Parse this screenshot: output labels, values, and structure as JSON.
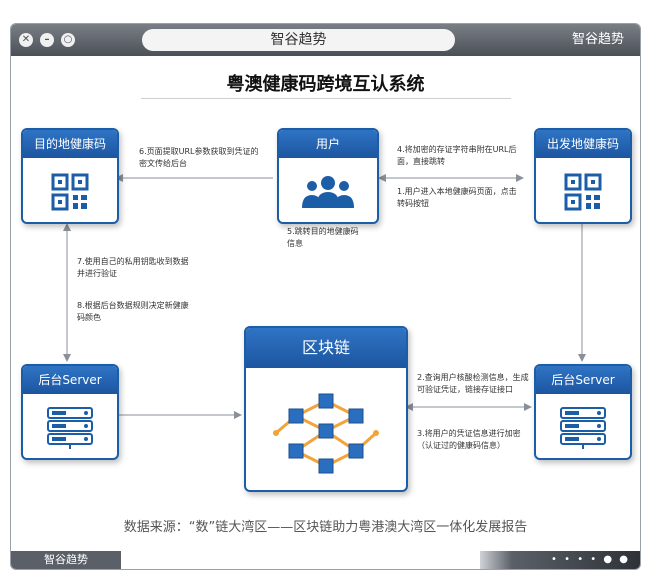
{
  "window": {
    "brand_title": "智谷趋势",
    "brand_corner": "智谷趋势",
    "footer_brand": "智谷趋势",
    "footer_dots": "• • • • ● ●"
  },
  "diagram": {
    "title": "粤澳健康码跨境互认系统",
    "source": "数据来源：“数”链大湾区——区块链助力粤港澳大湾区一体化发展报告",
    "nodes": {
      "dest_code": "目的地健康码",
      "user": "用户",
      "origin_code": "出发地健康码",
      "blockchain": "区块链",
      "backend_left": "后台Server",
      "backend_right": "后台Server"
    },
    "steps": {
      "s1": "1.用户进入本地健康码页面，点击转码按钮",
      "s2": "2.查询用户核酸检测信息，生成可验证凭证，链接存证接口",
      "s3": "3.将用户的凭证信息进行加密（认证过的健康码信息）",
      "s4": "4.将加密的存证字符串附在URL后面，直接跳转",
      "s5": "5.跳转目的地健康码信息",
      "s6": "6.页面提取URL参数获取到凭证的密文传给后台",
      "s7": "7.使用自己的私用钥匙收到数据并进行验证",
      "s8": "8.根据后台数据规则决定新健康码颜色"
    }
  },
  "colors": {
    "primary": "#1c5da8",
    "accent": "#f2a33a"
  }
}
